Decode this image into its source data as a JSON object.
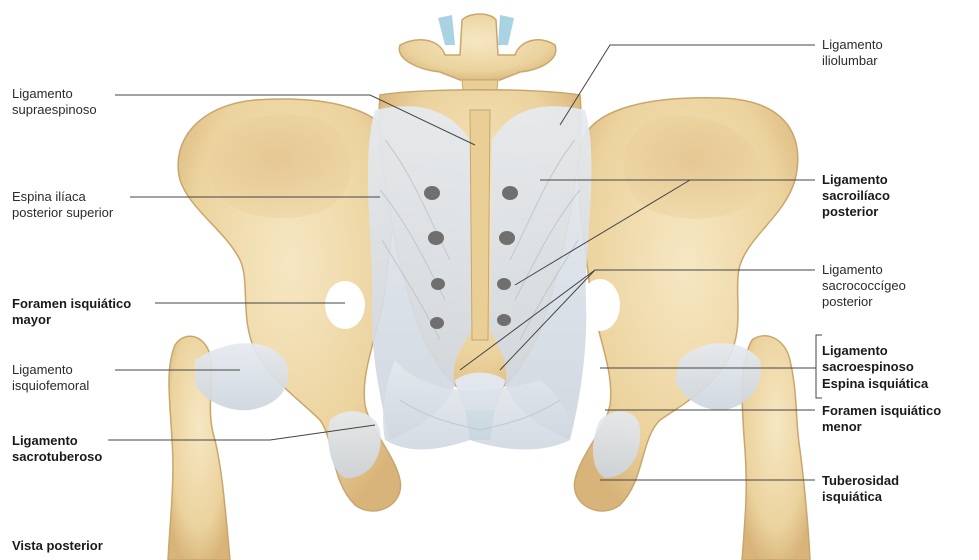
{
  "labels": {
    "supraespinoso": {
      "line1": "Ligamento",
      "line2": "supraespinoso"
    },
    "espina_iliaca": {
      "line1": "Espina ilíaca",
      "line2": "posterior superior"
    },
    "foramen_mayor": {
      "line1": "Foramen isquiático",
      "line2": "mayor"
    },
    "isquiofemoral": {
      "line1": "Ligamento",
      "line2": "isquiofemoral"
    },
    "sacrotuberoso": {
      "line1": "Ligamento",
      "line2": "sacrotuberoso"
    },
    "iliolumbar": {
      "line1": "Ligamento",
      "line2": "iliolumbar"
    },
    "sacroiliaco": {
      "line1": "Ligamento",
      "line2": "sacroilíaco",
      "line3": "posterior"
    },
    "sacrococcigeo": {
      "line1": "Ligamento",
      "line2": "sacrococcígeo",
      "line3": "posterior"
    },
    "sacroespinoso": {
      "line1": "Ligamento",
      "line2": "sacroespinoso"
    },
    "espina_isquiatica": {
      "text": "Espina isquiática"
    },
    "foramen_menor": {
      "line1": "Foramen isquiático",
      "line2": "menor"
    },
    "tuberosidad": {
      "line1": "Tuberosidad",
      "line2": "isquiática"
    }
  },
  "caption": "Vista posterior",
  "colors": {
    "bone": "#f1ddb0",
    "bone_shadow": "#d9b77c",
    "ligament": "#dde3ea",
    "cartilage": "#a9d3e3",
    "leader": "#444444"
  }
}
